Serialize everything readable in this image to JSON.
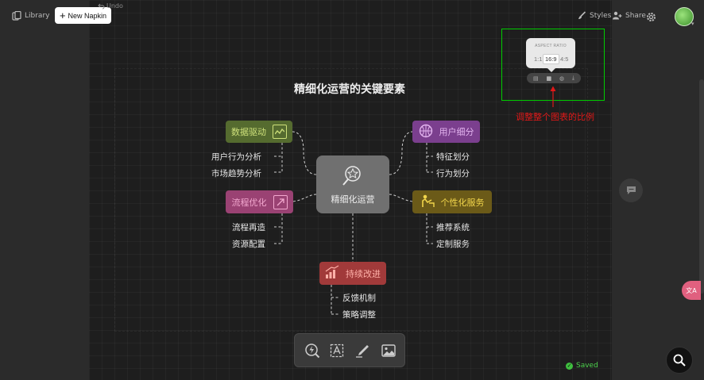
{
  "header": {
    "library_label": "Library",
    "new_napkin_label": "New Napkin",
    "undo_label": "Undo",
    "styles_label": "Styles",
    "share_label": "Share"
  },
  "diagram": {
    "title": "精细化运营的关键要素",
    "center": "精细化运营",
    "branches": [
      {
        "label": "数据驱动",
        "leaves": [
          "用户行为分析",
          "市场趋势分析"
        ]
      },
      {
        "label": "用户细分",
        "leaves": [
          "特征划分",
          "行为划分"
        ]
      },
      {
        "label": "流程优化",
        "leaves": [
          "流程再造",
          "资源配置"
        ]
      },
      {
        "label": "个性化服务",
        "leaves": [
          "推荐系统",
          "定制服务"
        ]
      },
      {
        "label": "持续改进",
        "leaves": [
          "反馈机制",
          "策略调整"
        ]
      }
    ]
  },
  "aspect_ratio": {
    "title": "ASPECT RATIO",
    "options": [
      "1:1",
      "16:9",
      "4:5"
    ],
    "selected": "16:9"
  },
  "annotation": {
    "text": "调整整个图表的比例"
  },
  "status": {
    "saved_label": "Saved"
  },
  "colors": {
    "annotation_box": "#00cc00",
    "annotation_text": "#e01818",
    "saved": "#4cd14c"
  }
}
